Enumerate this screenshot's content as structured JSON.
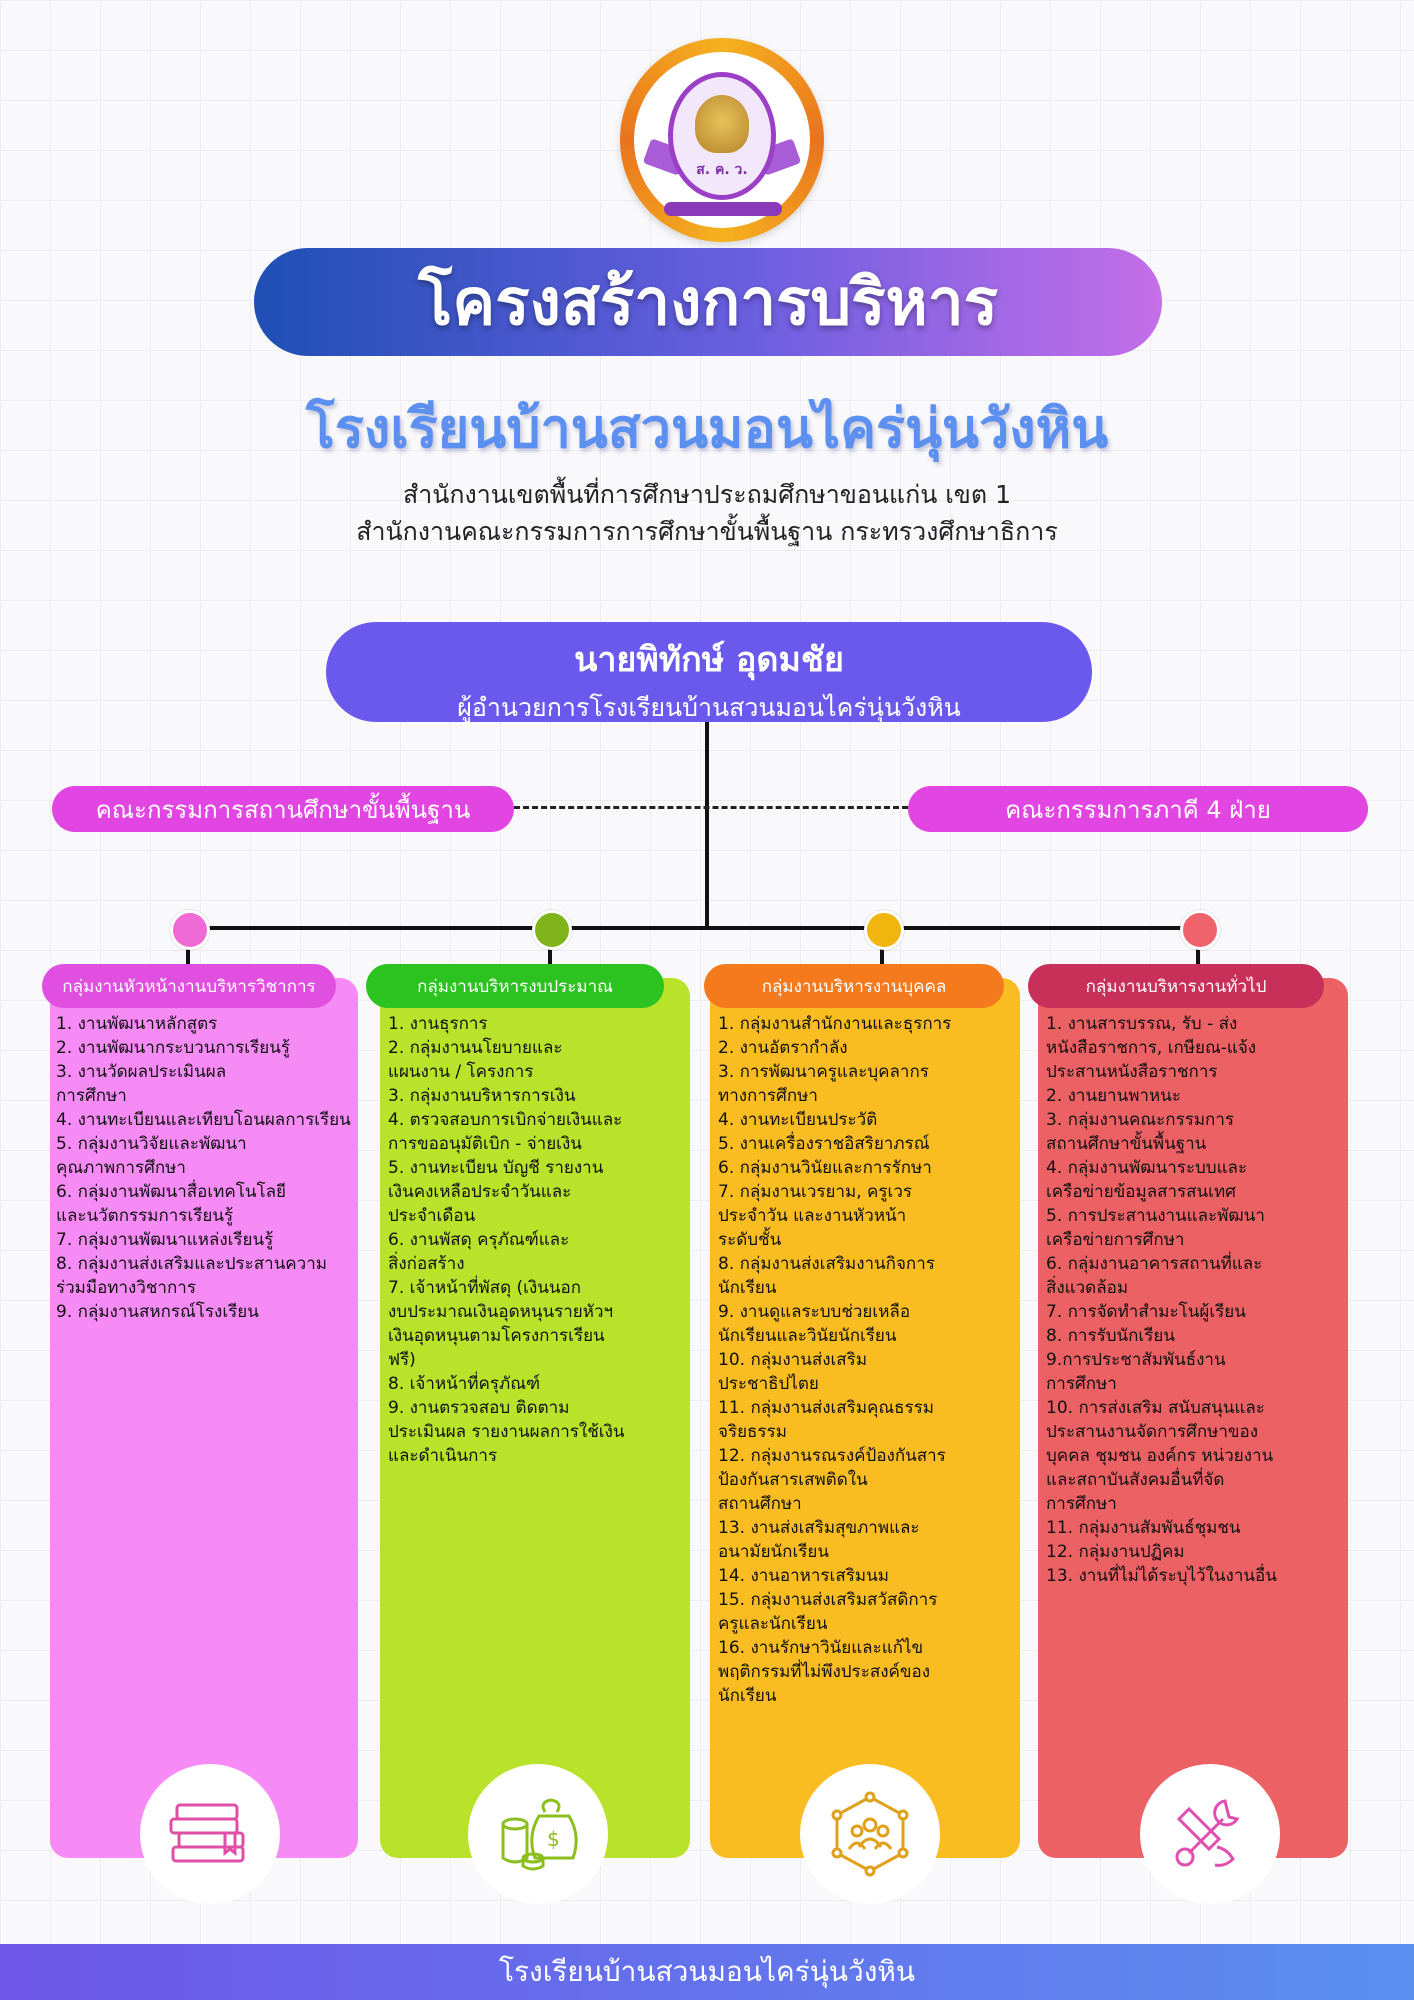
{
  "header": {
    "title": "โครงสร้างการบริหาร",
    "school_name": "โรงเรียนบ้านสวนมอนไคร่นุ่นวังหิน",
    "sub_line_1": "สำนักงานเขตพื้นที่การศึกษาประถมศึกษาขอนแก่น เขต 1",
    "sub_line_2": "สำนักงานคณะกรรมการการศึกษาขั้นพื้นฐาน กระทรวงศึกษาธิการ"
  },
  "logo": {
    "letters": "ส. ค. ว."
  },
  "director": {
    "name": "นายพิทักษ์  อุดมชัย",
    "title": "ผู้อำนวยการโรงเรียนบ้านสวนมอนไคร่นุ่นวังหิน"
  },
  "committees": {
    "left": "คณะกรรมการสถานศึกษาขั้นพื้นฐาน",
    "right": "คณะกรรมการภาคี 4 ฝ่าย"
  },
  "columns": [
    {
      "title": "กลุ่มงานหัวหน้างานบริหารวิชาการ",
      "icon": "books-icon",
      "colors": {
        "bg": "#f68bf6",
        "tab": "#e04fe0",
        "node": "#f06ad6"
      },
      "items": [
        "1. งานพัฒนาหลักสูตร",
        "2. งานพัฒนากระบวนการเรียนรู้",
        "3. งานวัดผลประเมินผล",
        "การศึกษา",
        "4. งานทะเบียนและเทียบโอนผลการเรียน",
        "5. กลุ่มงานวิจัยและพัฒนา",
        "คุณภาพการศึกษา",
        "6. กลุ่มงานพัฒนาสื่อเทคโนโลยี",
        "และนวัตกรรมการเรียนรู้",
        "7. กลุ่มงานพัฒนาแหล่งเรียนรู้",
        "8. กลุ่มงานส่งเสริมและประสานความ",
        "ร่วมมือทางวิชาการ",
        "9. กลุ่มงานสหกรณ์โรงเรียน"
      ]
    },
    {
      "title": "กลุ่มงานบริหารงบประมาณ",
      "icon": "money-icon",
      "colors": {
        "bg": "#b9e22b",
        "tab": "#2cc21f",
        "node": "#7fb51a"
      },
      "items": [
        "1. งานธุรการ",
        "2. กลุ่มงานนโยบายและ",
        "แผนงาน / โครงการ",
        "3. กลุ่มงานบริหารการเงิน",
        "4. ตรวจสอบการเบิกจ่ายเงินและ",
        "การขออนุมัติเบิก - จ่ายเงิน",
        "5. งานทะเบียน บัญชี รายงาน",
        "เงินคงเหลือประจำวันและ",
        "ประจำเดือน",
        "6. งานพัสดุ ครุภัณฑ์และ",
        "สิ่งก่อสร้าง",
        "7. เจ้าหน้าที่พัสดุ (เงินนอก",
        "งบประมาณเงินอุดหนุนรายหัวฯ",
        "เงินอุดหนุนตามโครงการเรียน",
        "ฟรี)",
        "8. เจ้าหน้าที่ครุภัณฑ์",
        "9. งานตรวจสอบ ติดตาม",
        "ประเมินผล รายงานผลการใช้เงิน",
        "และดำเนินการ"
      ]
    },
    {
      "title": "กลุ่มงานบริหารงานบุคคล",
      "icon": "people-network-icon",
      "colors": {
        "bg": "#f9bd22",
        "tab": "#f57a1d",
        "node": "#f2b50f"
      },
      "items": [
        "1. กลุ่มงานสำนักงานและธุรการ",
        "2. งานอัตรากำลัง",
        "3. การพัฒนาครูและบุคลากร",
        "ทางการศึกษา",
        "4. งานทะเบียนประวัติ",
        "5. งานเครื่องราชอิสริยาภรณ์",
        "6. กลุ่มงานวินัยและการรักษา",
        "7. กลุ่มงานเวรยาม, ครูเวร",
        "ประจำวัน และงานหัวหน้า",
        "ระดับชั้น",
        "8. กลุ่มงานส่งเสริมงานกิจการ",
        "นักเรียน",
        "9. งานดูแลระบบช่วยเหลือ",
        "นักเรียนและวินัยนักเรียน",
        "10. กลุ่มงานส่งเสริม",
        "ประชาธิปไตย",
        "11. กลุ่มงานส่งเสริมคุณธรรม",
        "จริยธรรม",
        "12. กลุ่มงานรณรงค์ป้องกันสาร",
        "ป้องกันสารเสพติดใน",
        "สถานศึกษา",
        "13. งานส่งเสริมสุขภาพและ",
        "อนามัยนักเรียน",
        "14. งานอาหารเสริมนม",
        "15. กลุ่มงานส่งเสริมสวัสดิการ",
        "ครูและนักเรียน",
        "16. งานรักษาวินัยและแก้ไข",
        "พฤติกรรมที่ไม่พึงประสงค์ของ",
        "นักเรียน"
      ]
    },
    {
      "title": "กลุ่มงานบริหารงานทั่วไป",
      "icon": "tools-icon",
      "colors": {
        "bg": "#ec6164",
        "tab": "#c8305a",
        "node": "#f0626c"
      },
      "items": [
        "1. งานสารบรรณ, รับ - ส่ง",
        "หนังสือราชการ, เกษียณ-แจ้ง",
        "ประสานหนังสือราชการ",
        "2. งานยานพาหนะ",
        "3. กลุ่มงานคณะกรรมการ",
        "สถานศึกษาขั้นพื้นฐาน",
        "4. กลุ่มงานพัฒนาระบบและ",
        "เครือข่ายข้อมูลสารสนเทศ",
        "5. การประสานงานและพัฒนา",
        "เครือข่ายการศึกษา",
        "6. กลุ่มงานอาคารสถานที่และ",
        "สิ่งแวดล้อม",
        "7. การจัดทำสำมะโนผู้เรียน",
        "8. การรับนักเรียน",
        "9.การประชาสัมพันธ์งาน",
        "การศึกษา",
        "10. การส่งเสริม สนับสนุนและ",
        "ประสานงานจัดการศึกษาของ",
        "บุคคล ชุมชน องค์กร หน่วยงาน",
        "และสถาบันสังคมอื่นที่จัด",
        "การศึกษา",
        "11. กลุ่มงานสัมพันธ์ชุมชน",
        "12. กลุ่มงานปฏิคม",
        "13. งานที่ไม่ได้ระบุไว้ในงานอื่น"
      ]
    }
  ],
  "footer": {
    "text": "โรงเรียนบ้านสวนมอนไคร่นุ่นวังหิน"
  }
}
